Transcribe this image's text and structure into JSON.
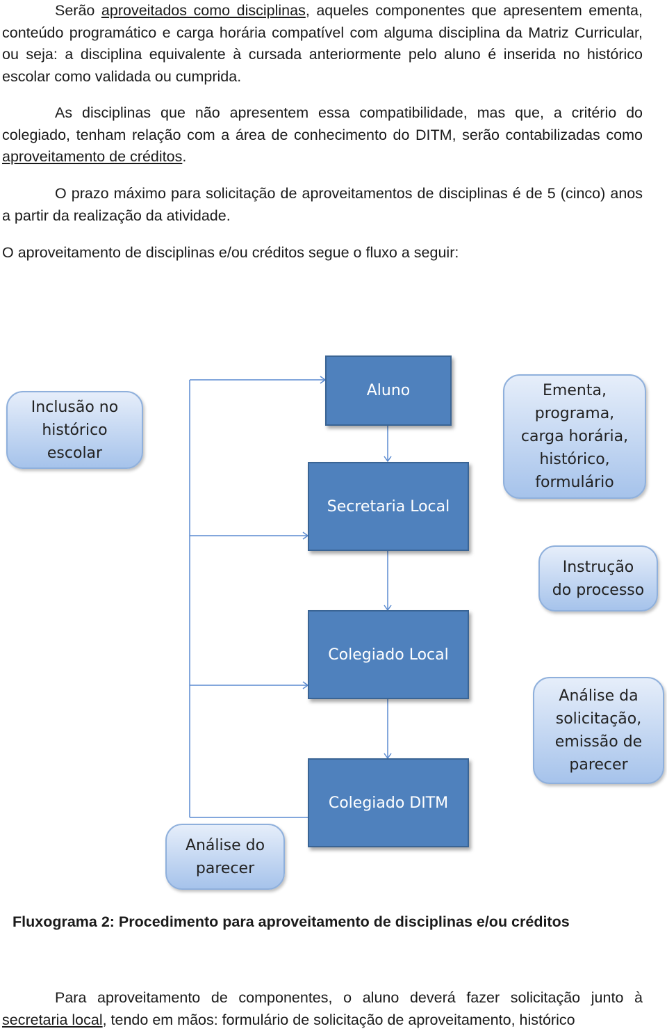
{
  "paragraphs": {
    "p1": {
      "before": "Serão ",
      "link": "aproveitados como disciplinas",
      "after": ", aqueles componentes que apresentem ementa, conteúdo programático e carga horária compatível com alguma disciplina da Matriz Curricular, ou seja: a disciplina equivalente à cursada anteriormente pelo aluno é inserida no histórico escolar como validada ou cumprida."
    },
    "p2": {
      "before": "As disciplinas que não apresentem essa compatibilidade, mas que, a critério do colegiado, tenham relação com a área de conhecimento do DITM, serão contabilizadas como ",
      "link": "aproveitamento de créditos",
      "after": "."
    },
    "p3": "O prazo máximo para solicitação de aproveitamentos de disciplinas é de 5 (cinco) anos a partir da realização da atividade.",
    "p4": "O aproveitamento de disciplinas e/ou créditos segue o fluxo a seguir:",
    "p5": {
      "before": "Para aproveitamento de componentes, o aluno deverá fazer solicitação junto à ",
      "link": "secretaria local",
      "after": ", tendo em mãos: formulário de solicitação de aproveitamento, histórico"
    }
  },
  "flowchart": {
    "main_steps": [
      "Aluno",
      "Secretaria Local",
      "Colegiado Local",
      "Colegiado DITM"
    ],
    "notes": {
      "inclusao": "Inclusão no\nhistórico\nescolar",
      "ementa": "Ementa,\nprograma,\ncarga horária,\nhistórico,\nformulário",
      "instrucao": "Instrução\ndo processo",
      "analise_solicitacao": "Análise da\nsolicitação,\nemissão de\nparecer",
      "analise_parecer": "Análise do\nparecer"
    },
    "colors": {
      "step_fill": "#4f81bd",
      "step_border": "#3a6494",
      "note_fill": "#b8cfee",
      "connector": "#5a8ad0"
    }
  },
  "caption": "Fluxograma 2: Procedimento para aproveitamento de disciplinas e/ou créditos"
}
